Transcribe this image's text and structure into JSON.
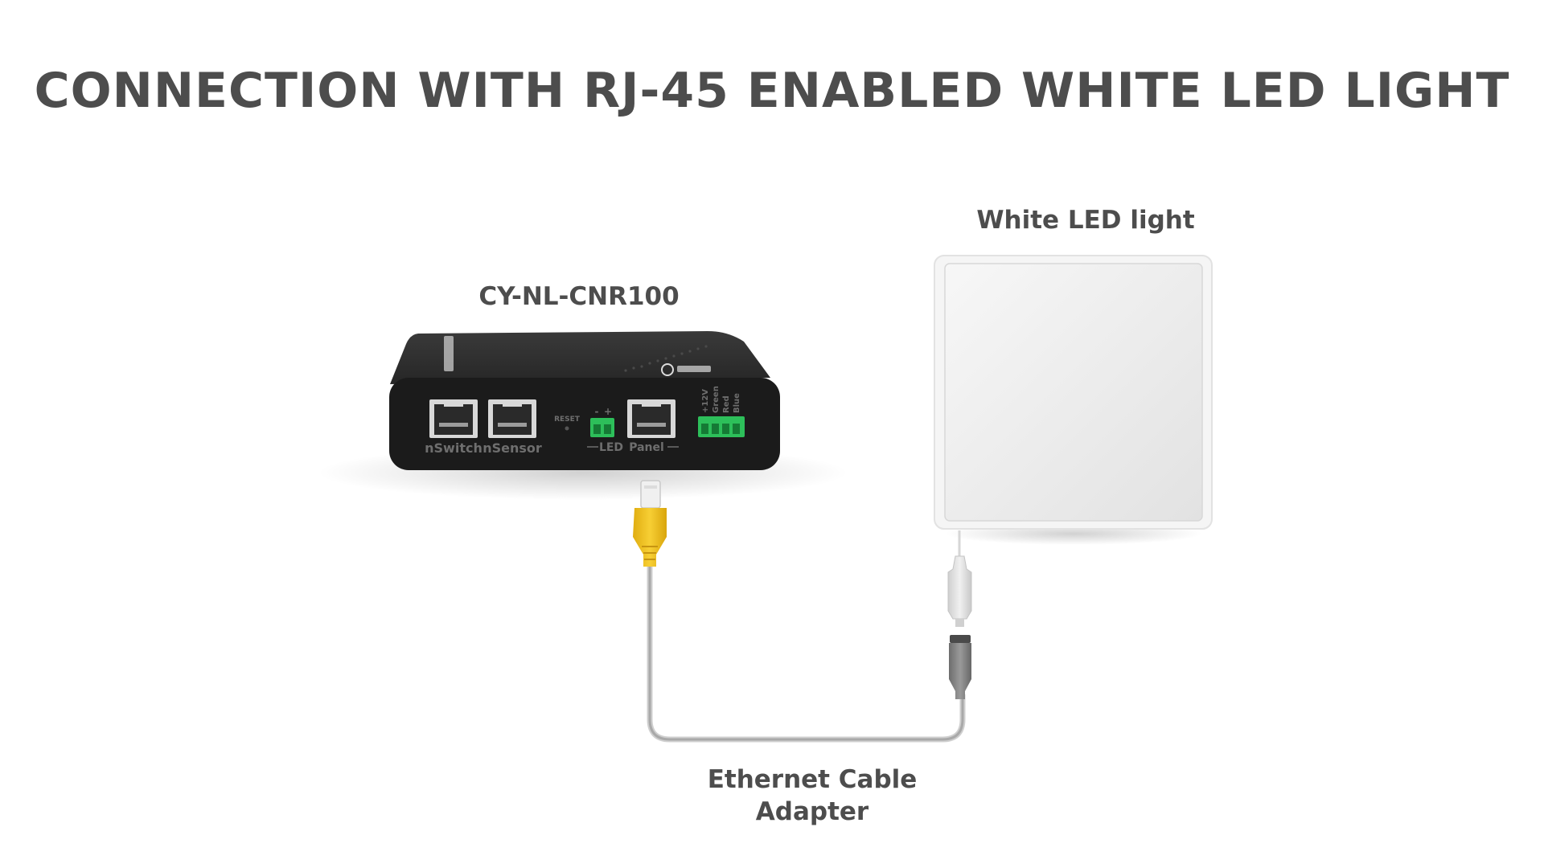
{
  "title": "CONNECTION WITH RJ-45 ENABLED WHITE LED LIGHT",
  "device": {
    "name": "CY-NL-CNR100",
    "port_labels": {
      "nswitch": "nSwitch",
      "nsensor": "nSensor",
      "reset": "RESET",
      "led": "LED",
      "panel": "Panel",
      "minus": "-",
      "plus": "+",
      "v12": "+12V",
      "green": "Green",
      "red": "Red",
      "blue": "Blue"
    }
  },
  "light": {
    "name": "White LED light"
  },
  "cable": {
    "line1": "Ethernet Cable",
    "line2": "Adapter"
  },
  "colors": {
    "device_body": "#1e1e1e",
    "rj45_connector": "#f2c21c",
    "terminal_block": "#2dbf5a",
    "cable": "#b5b5b5"
  }
}
